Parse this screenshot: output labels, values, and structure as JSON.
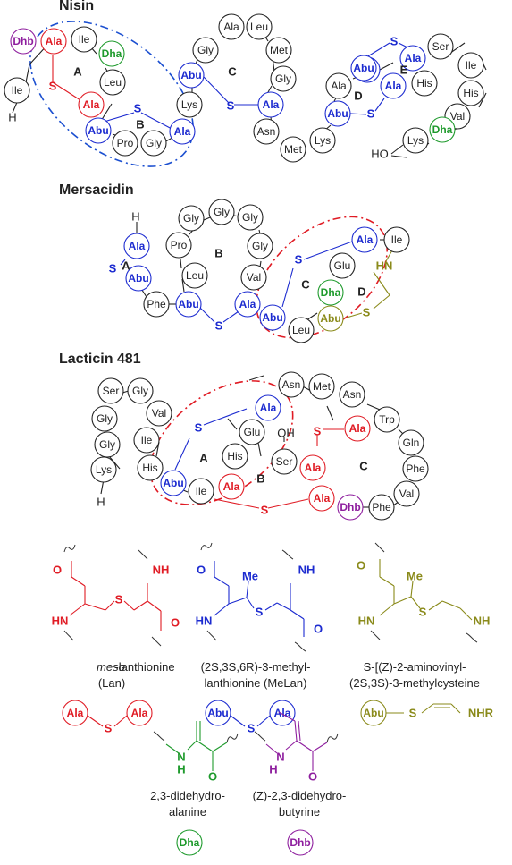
{
  "colors": {
    "black": "#222222",
    "lan": "#e01b24",
    "melan": "#1c2bd0",
    "avicys": "#8a8a1a",
    "dha": "#1e9a2c",
    "dhb": "#8e1e9e",
    "highlight_nisin": "#1b4fd0",
    "highlight_red": "#e01b24"
  },
  "nisin": {
    "title": "Nisin",
    "rings": {
      "a": "A",
      "b": "B",
      "c": "C",
      "d": "D",
      "e": "E"
    },
    "residues": {
      "dhb": "Dhb",
      "ala_red_top": "Ala",
      "ile_top": "Ile",
      "dha_top": "Dha",
      "ile_left": "Ile",
      "leu": "Leu",
      "ala_red_low": "Ala",
      "abu_b": "Abu",
      "pro": "Pro",
      "gly_b": "Gly",
      "ala_b": "Ala",
      "lys": "Lys",
      "gly_c": "Gly",
      "ala_c_top": "Ala",
      "leu_c": "Leu",
      "met_c": "Met",
      "abu_c": "Abu",
      "gly_c2": "Gly",
      "ala_c": "Ala",
      "asn": "Asn",
      "met2": "Met",
      "lys2": "Lys",
      "abu_d": "Abu",
      "ala_d": "Ala",
      "ala_d2": "Ala",
      "abu_d2": "Abu",
      "ala_e": "Ala",
      "ser": "Ser",
      "ile_e": "Ile",
      "his_e": "His",
      "his_e2": "His",
      "val": "Val",
      "dha_e": "Dha",
      "lys_e": "Lys"
    },
    "sulfur": "S",
    "h": "H",
    "ho": "HO"
  },
  "mersacidin": {
    "title": "Mersacidin",
    "rings": {
      "a": "A",
      "b": "B",
      "c": "C",
      "d": "D"
    },
    "residues": {
      "ala_a": "Ala",
      "abu_a": "Abu",
      "phe": "Phe",
      "pro": "Pro",
      "leu": "Leu",
      "gly1": "Gly",
      "gly2": "Gly",
      "gly3": "Gly",
      "gly4": "Gly",
      "val": "Val",
      "abu_b": "Abu",
      "ala_b": "Ala",
      "abu_c": "Abu",
      "leu_c": "Leu",
      "dha": "Dha",
      "abu_d": "Abu",
      "glu": "Glu",
      "ala_c": "Ala",
      "ile": "Ile"
    },
    "sulfur": "S",
    "h": "H",
    "hn": "HN"
  },
  "lacticin": {
    "title": "Lacticin 481",
    "rings": {
      "a": "A",
      "b": "B",
      "c": "C"
    },
    "residues": {
      "ser": "Ser",
      "gly1": "Gly",
      "gly2": "Gly",
      "val": "Val",
      "gly3": "Gly",
      "ile1": "Ile",
      "lys": "Lys",
      "his1": "His",
      "abu": "Abu",
      "ile2": "Ile",
      "ala_top": "Ala",
      "glu": "Glu",
      "his2": "His",
      "ala_red1": "Ala",
      "asn1": "Asn",
      "met": "Met",
      "asn2": "Asn",
      "ser2": "Ser",
      "ala_red2": "Ala",
      "ala_red3": "Ala",
      "ala_red4": "Ala",
      "trp": "Trp",
      "gln": "Gln",
      "phe1": "Phe",
      "val2": "Val",
      "phe2": "Phe",
      "dhb": "Dhb"
    },
    "sulfur": "S",
    "h": "H",
    "oh": "OH"
  },
  "legend": {
    "lan": {
      "name_italic": "meso",
      "name_rest": "-lanthionine",
      "abbr": "(Lan)",
      "res1": "Ala",
      "res2": "Ala"
    },
    "melan": {
      "line1": "(2S,3S,6R)-3-methyl-",
      "line2": "lanthionine (MeLan)",
      "res1": "Abu",
      "res2": "Ala"
    },
    "avicys": {
      "line1": "S-[(Z)-2-aminovinyl-",
      "line2": "(2S,3S)-3-methylcysteine",
      "res1": "Abu",
      "tail": "NHR"
    },
    "dha": {
      "line1": "2,3-didehydro-",
      "line2": "alanine",
      "badge": "Dha"
    },
    "dhb": {
      "line1": "(Z)-2,3-didehydro-",
      "line2": "butyrine",
      "badge": "Dhb"
    },
    "atoms": {
      "o": "O",
      "nh": "NH",
      "hn": "HN",
      "s": "S",
      "me": "Me",
      "h": "H",
      "n": "N"
    }
  }
}
